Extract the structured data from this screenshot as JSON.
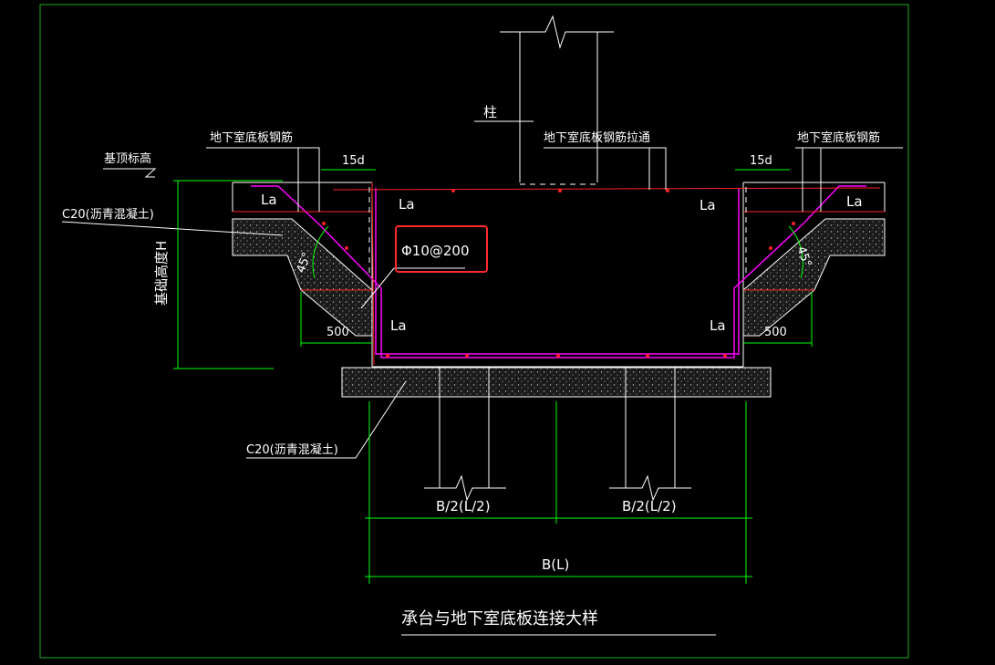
{
  "drawing": {
    "title": "承台与地下室底板连接大样",
    "labels": {
      "column": "柱",
      "slab_rebar_left": "地下室底板钢筋",
      "slab_rebar_mid": "地下室底板钢筋拉通",
      "slab_rebar_right": "地下室底板钢筋",
      "top_elevation": "基顶标高",
      "cushion_top": "C20(沥青混凝土)",
      "cushion_bottom": "C20(沥青混凝土)",
      "depth_h": "基础高度H",
      "dim_15d_left": "15d",
      "dim_15d_right": "15d",
      "la_1": "La",
      "la_2": "La",
      "la_3": "La",
      "la_4": "La",
      "la_5": "La",
      "la_6": "La",
      "angle_left": "45°",
      "angle_right": "45°",
      "dim_500_left": "500",
      "dim_500_right": "500",
      "stirrup": "Φ10@200",
      "half_b_left": "B/2(L/2)",
      "half_b_right": "B/2(L/2)",
      "full_b": "B(L)"
    }
  },
  "colors": {
    "background": "#000000",
    "frame": "#22aa22",
    "linework": "#ffffff",
    "dimension": "#00ff00",
    "rebar": "#ff00ff",
    "slab_line": "#ff2020",
    "highlight": "#ff2a2a"
  }
}
